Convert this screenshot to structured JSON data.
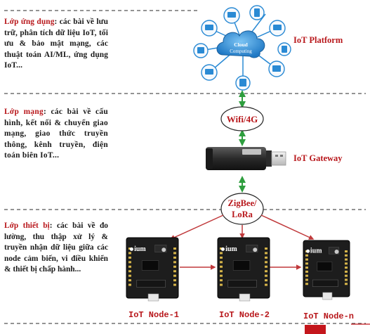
{
  "layers": {
    "application": {
      "title": "Lớp ứng dụng",
      "desc": ": các bài về lưu trữ, phân tích dữ liệu IoT, tối ưu & bảo mật mạng, các thuật toán AI/ML, ứng dụng IoT..."
    },
    "network": {
      "title": "Lớp mạng",
      "desc": ": các bài về cấu hình, kết nối & chuyển giao mạng, giao thức truyền thông, kênh truyền, điện toán biên IoT..."
    },
    "device": {
      "title": "Lớp thiết bị",
      "desc": ": các bài về đo lường, thu thập xử lý & truyền nhận dữ liệu giữa các node cảm biến, vi điều khiển & thiết bị chấp hành..."
    }
  },
  "diagram": {
    "platform_label": "IoT Platform",
    "cloud_line1": "Cloud",
    "cloud_line2": "Computing",
    "wifi_label": "Wifi/4G",
    "gateway_label": "IoT Gateway",
    "zigbee_line1": "ZigBee/",
    "zigbee_line2": "LoRa",
    "board_logo": "ium",
    "nodes": [
      "IoT Node-1",
      "IoT Node-2",
      "IoT Node-n"
    ]
  },
  "colors": {
    "accent_red": "#b8171b",
    "arrow_red": "#c0393b",
    "arrow_green": "#2e9e3e",
    "cloud_blue": "#2a8ad4",
    "divider": "#555555"
  }
}
